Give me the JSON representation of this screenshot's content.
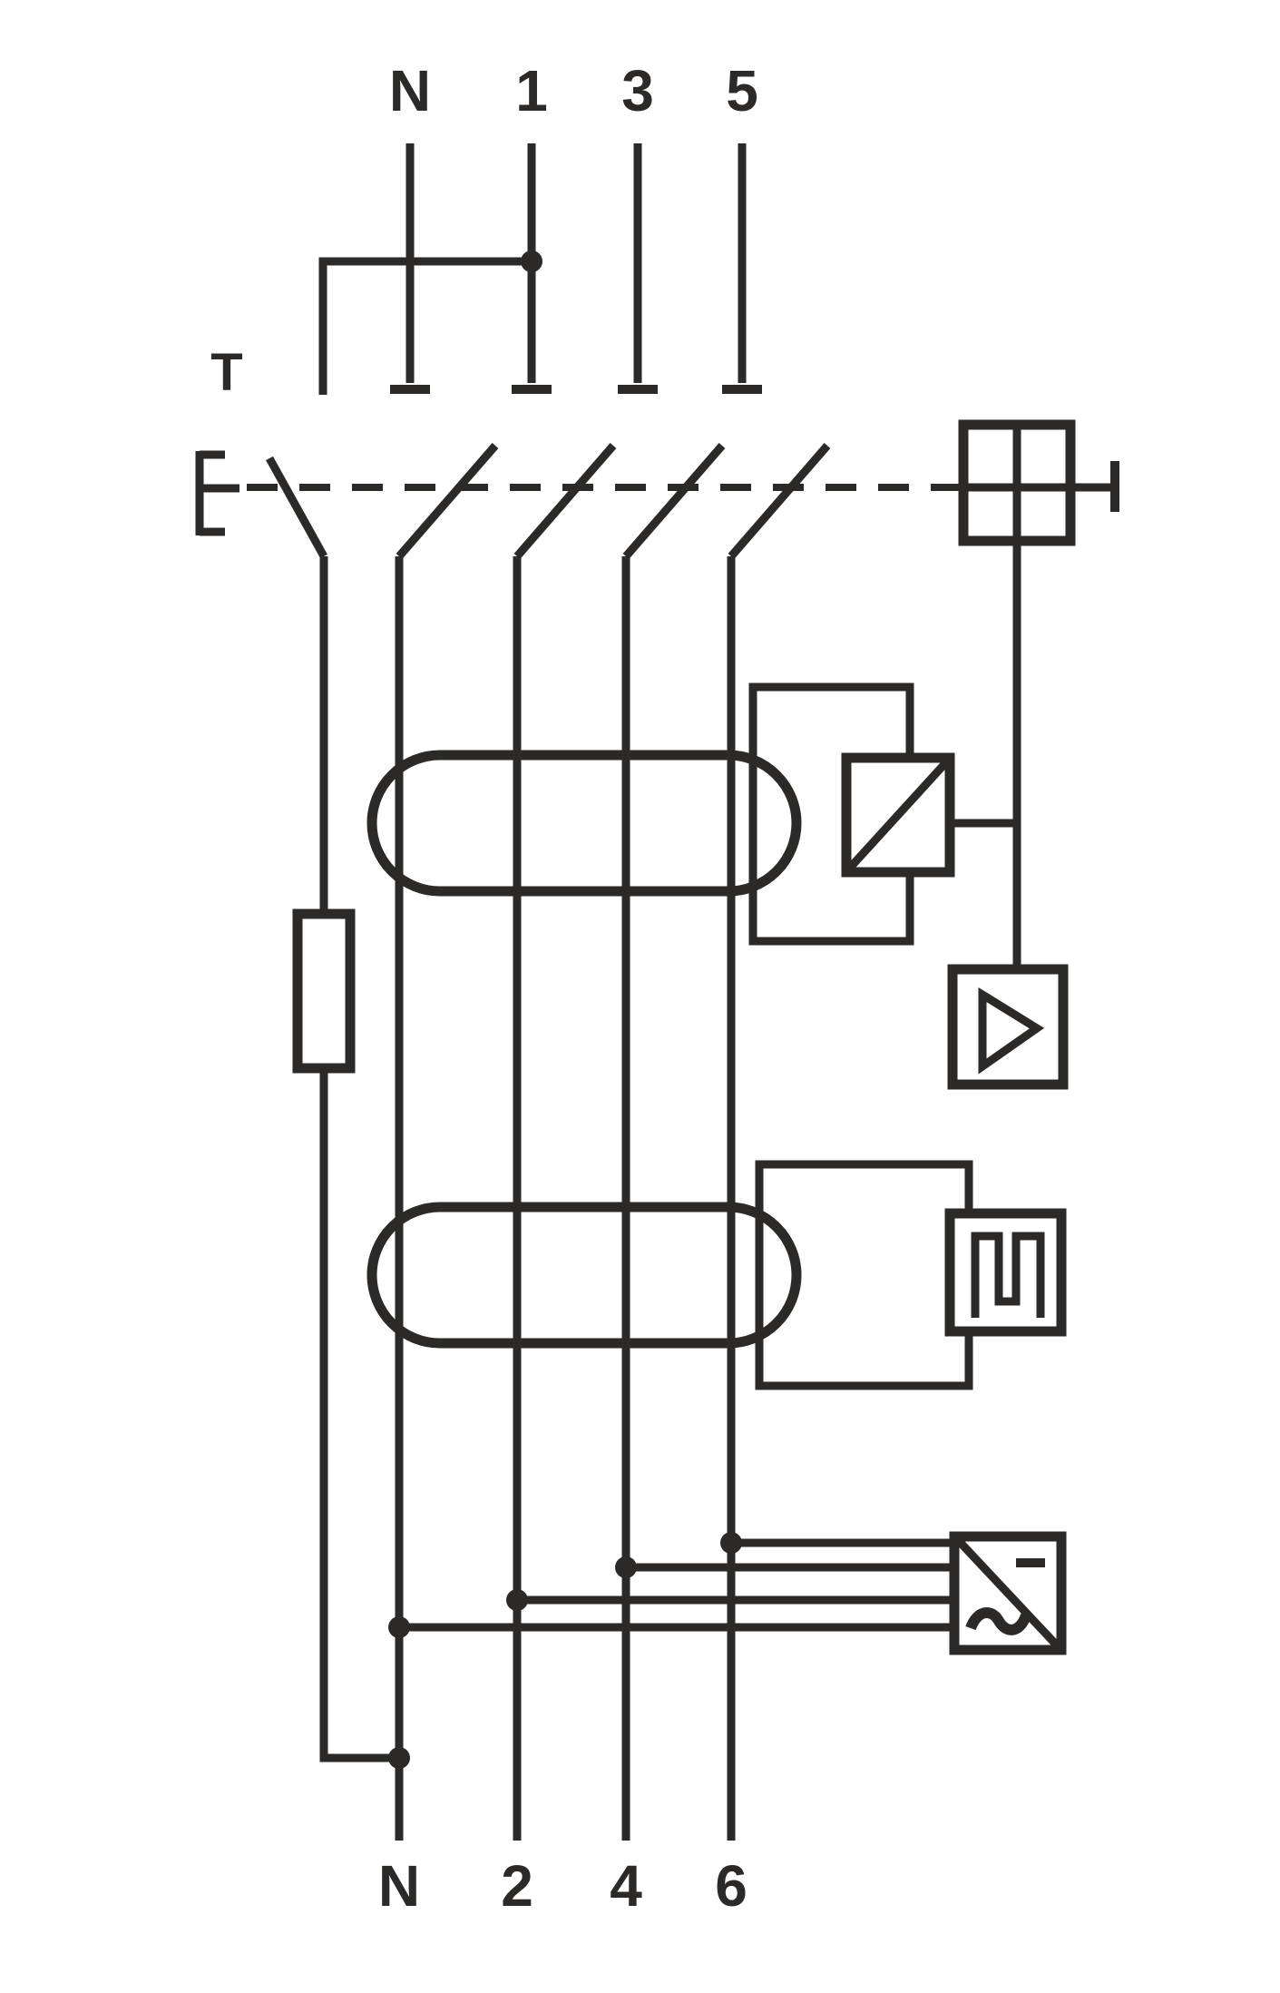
{
  "diagram_type": "four-pole residual current device (RCD) schematic",
  "colors": {
    "line": "#2b2a29",
    "background": "#ffffff"
  },
  "labels": {
    "top_terminals": [
      "N",
      "1",
      "3",
      "5"
    ],
    "bottom_terminals": [
      "N",
      "2",
      "4",
      "6"
    ],
    "test_button": "T"
  },
  "icons": {
    "mechanism_icon": "square-with-cross",
    "trip_relay_icon": "square-with-diagonal",
    "amplifier_icon": "square-with-right-triangle",
    "pulse_filter_icon": "square-with-square-wave",
    "power_supply_icon": "square-with-diagonal-ac-dc",
    "ac_symbol": "~",
    "dc_symbol": "–",
    "test_resistor_icon": "rectangle-resistor",
    "sensing_core_icon": "stadium-toroid"
  }
}
